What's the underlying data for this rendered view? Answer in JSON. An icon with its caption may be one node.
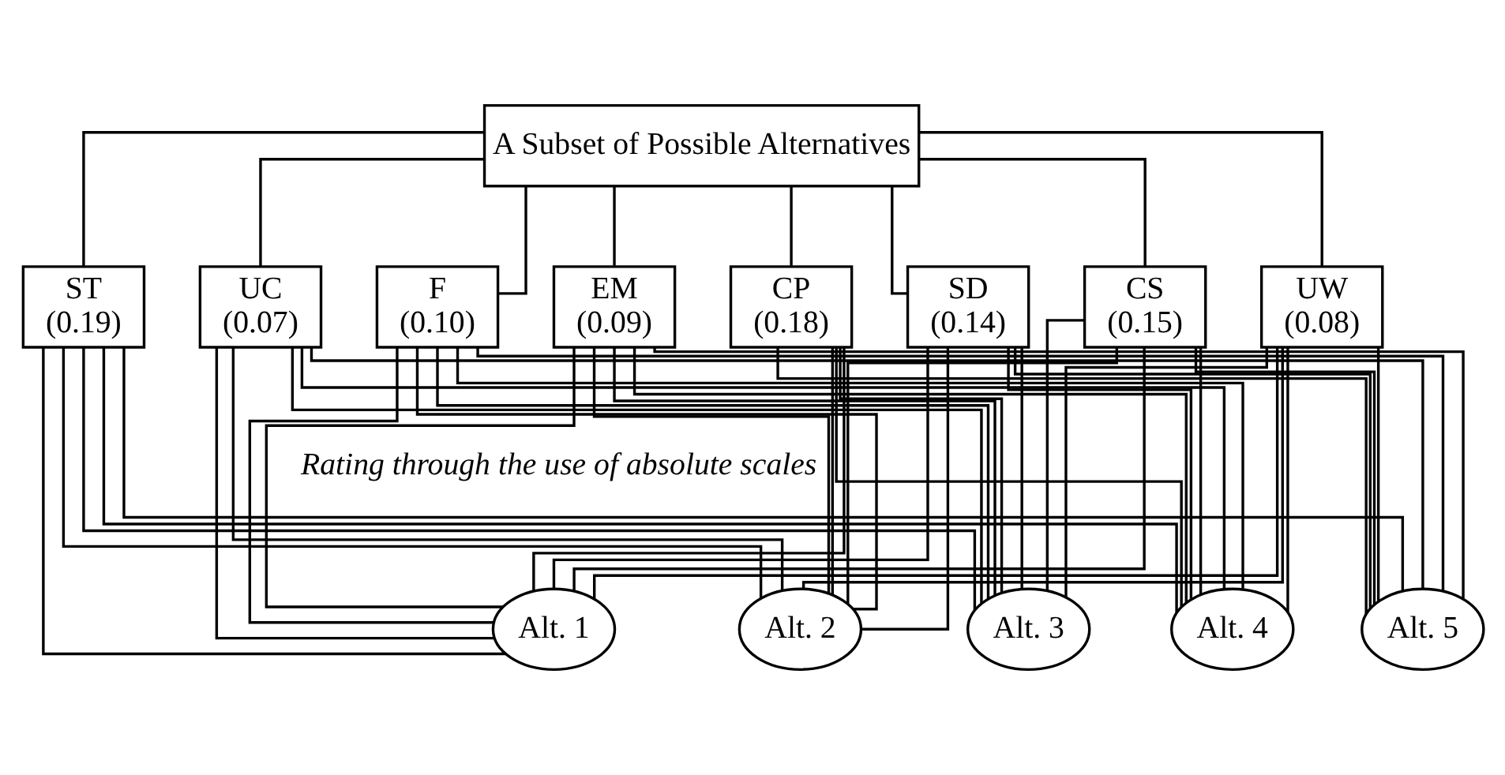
{
  "diagram": {
    "nodes": [
      {
        "text": [
          "A Subset of Possible Alternatives"
        ]
      },
      {
        "text": [
          "ST",
          "(0.19)"
        ]
      },
      {
        "text": [
          "UC",
          "(0.07)"
        ]
      },
      {
        "text": [
          "F",
          "(0.10)"
        ]
      },
      {
        "text": [
          "EM",
          "(0.09)"
        ]
      },
      {
        "text": [
          "CP",
          "(0.18)"
        ]
      },
      {
        "text": [
          "SD",
          "(0.14)"
        ]
      },
      {
        "text": [
          "CS",
          "(0.15)"
        ]
      },
      {
        "text": [
          "UW",
          "(0.08)"
        ]
      },
      {
        "text": [
          "Alt. 1"
        ]
      },
      {
        "text": [
          "Alt. 2"
        ]
      },
      {
        "text": [
          "Alt. 3"
        ]
      },
      {
        "text": [
          "Alt. 4"
        ]
      },
      {
        "text": [
          "Alt. 5"
        ]
      }
    ],
    "edges": [
      {
        "from": 0,
        "to": 1,
        "arrow": "none"
      },
      {
        "from": 0,
        "to": 2,
        "arrow": "none"
      },
      {
        "from": 0,
        "to": 3,
        "arrow": "none"
      },
      {
        "from": 0,
        "to": 4,
        "arrow": "none"
      },
      {
        "from": 0,
        "to": 5,
        "arrow": "none"
      },
      {
        "from": 0,
        "to": 6,
        "arrow": "none"
      },
      {
        "from": 0,
        "to": 7,
        "arrow": "none"
      },
      {
        "from": 0,
        "to": 8,
        "arrow": "none"
      },
      {
        "from": 1,
        "to": 9,
        "arrow": "none"
      },
      {
        "from": 1,
        "to": 10,
        "arrow": "none"
      },
      {
        "from": 1,
        "to": 11,
        "arrow": "none"
      },
      {
        "from": 1,
        "to": 12,
        "arrow": "none"
      },
      {
        "from": 1,
        "to": 13,
        "arrow": "none"
      },
      {
        "from": 2,
        "to": 9,
        "arrow": "none"
      },
      {
        "from": 2,
        "to": 10,
        "arrow": "none"
      },
      {
        "from": 2,
        "to": 11,
        "arrow": "none"
      },
      {
        "from": 2,
        "to": 12,
        "arrow": "none"
      },
      {
        "from": 2,
        "to": 13,
        "arrow": "none"
      },
      {
        "from": 3,
        "to": 9,
        "arrow": "none"
      },
      {
        "from": 3,
        "to": 10,
        "arrow": "none"
      },
      {
        "from": 3,
        "to": 11,
        "arrow": "none"
      },
      {
        "from": 3,
        "to": 12,
        "arrow": "none"
      },
      {
        "from": 3,
        "to": 13,
        "arrow": "none"
      },
      {
        "from": 4,
        "to": 9,
        "arrow": "none"
      },
      {
        "from": 4,
        "to": 10,
        "arrow": "none"
      },
      {
        "from": 4,
        "to": 11,
        "arrow": "none"
      },
      {
        "from": 4,
        "to": 12,
        "arrow": "none"
      },
      {
        "from": 4,
        "to": 13,
        "arrow": "none"
      },
      {
        "from": 5,
        "to": 9,
        "arrow": "none"
      },
      {
        "from": 5,
        "to": 10,
        "arrow": "none"
      },
      {
        "from": 5,
        "to": 11,
        "arrow": "none"
      },
      {
        "from": 5,
        "to": 12,
        "arrow": "none"
      },
      {
        "from": 5,
        "to": 13,
        "arrow": "none"
      },
      {
        "from": 6,
        "to": 9,
        "arrow": "none"
      },
      {
        "from": 6,
        "to": 10,
        "arrow": "none"
      },
      {
        "from": 6,
        "to": 11,
        "arrow": "none"
      },
      {
        "from": 6,
        "to": 12,
        "arrow": "none"
      },
      {
        "from": 6,
        "to": 13,
        "arrow": "none"
      },
      {
        "from": 7,
        "to": 9,
        "arrow": "none"
      },
      {
        "from": 7,
        "to": 10,
        "arrow": "none"
      },
      {
        "from": 7,
        "to": 11,
        "arrow": "none"
      },
      {
        "from": 7,
        "to": 12,
        "arrow": "none"
      },
      {
        "from": 7,
        "to": 13,
        "arrow": "none"
      },
      {
        "from": 8,
        "to": 9,
        "arrow": "none"
      },
      {
        "from": 8,
        "to": 10,
        "arrow": "none"
      },
      {
        "from": 8,
        "to": 11,
        "arrow": "none"
      },
      {
        "from": 8,
        "to": 12,
        "arrow": "none"
      },
      {
        "from": 8,
        "to": 13,
        "arrow": "none"
      }
    ],
    "labels": [
      "Rating through the use of absolute scales"
    ]
  }
}
